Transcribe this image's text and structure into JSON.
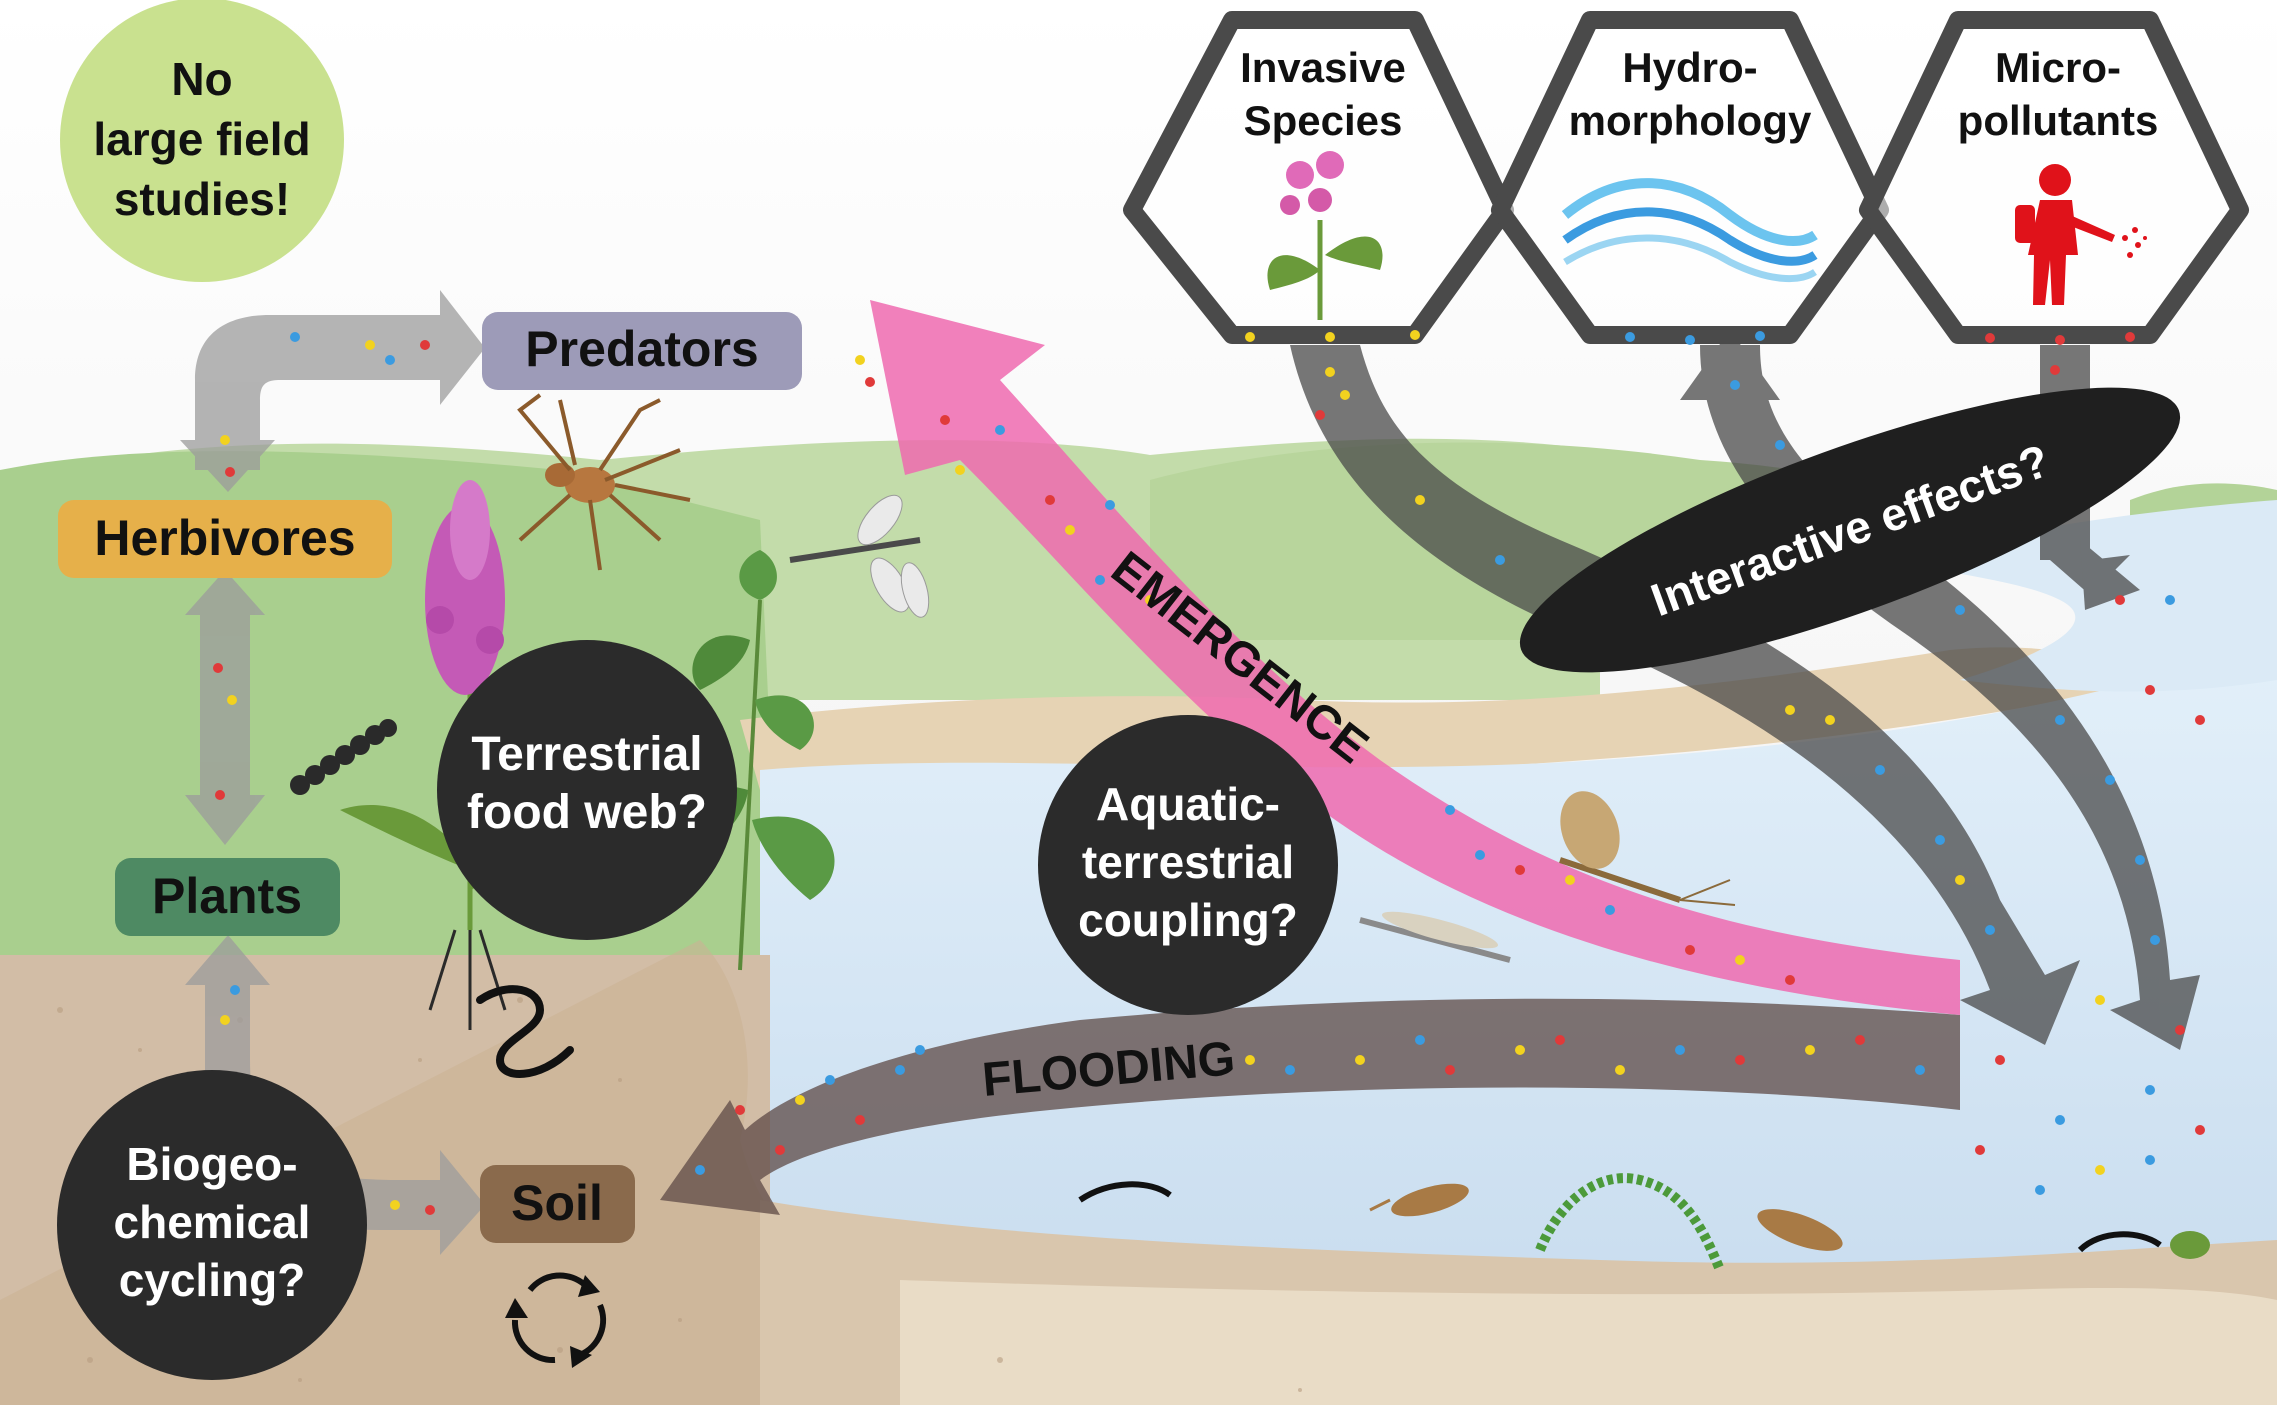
{
  "callout": {
    "line1": "No",
    "line2": "large field",
    "line3": "studies!"
  },
  "nodes": {
    "predators": "Predators",
    "herbivores": "Herbivores",
    "plants": "Plants",
    "soil": "Soil"
  },
  "stressors": [
    {
      "line1": "Invasive",
      "line2": "Species",
      "icon": "flower-icon"
    },
    {
      "line1": "Hydro-",
      "line2": "morphology",
      "icon": "waves-icon"
    },
    {
      "line1": "Micro-",
      "line2": "pollutants",
      "icon": "sprayer-person-icon"
    }
  ],
  "questions": {
    "terrestrial": {
      "line1": "Terrestrial",
      "line2": "food web?"
    },
    "aquatic": {
      "line1": "Aquatic-",
      "line2": "terrestrial",
      "line3": "coupling?"
    },
    "biogeo": {
      "line1": "Biogeo-",
      "line2": "chemical",
      "line3": "cycling?"
    },
    "interactive": "Interactive effects?"
  },
  "flows": {
    "emergence": "EMERGENCE",
    "flooding": "FLOODING"
  },
  "colors": {
    "callout": "#c9e18f",
    "predators": "#9d9bb8",
    "herbivores": "#e6b04a",
    "plants": "#4e8a63",
    "soil": "#8a6a4c",
    "emergence": "#ee6aaf",
    "flooding": "#5e4a45",
    "grey_arrow": "#5f5f5f",
    "hexagon": "#555555",
    "question": "#2b2b2b",
    "water": "#dcecf7",
    "ground": "#d2bda6",
    "hills": "#b6d49c"
  }
}
